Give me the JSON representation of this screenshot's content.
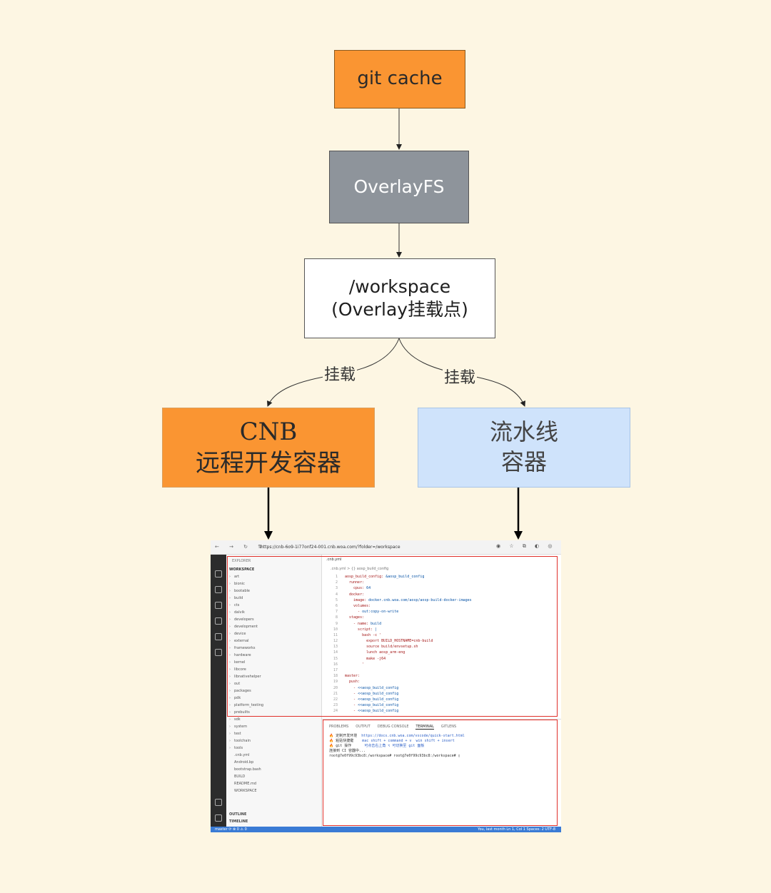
{
  "nodes": {
    "git_cache": "git cache",
    "overlayfs": "OverlayFS",
    "workspace_line1": "/workspace",
    "workspace_line2": "(Overlay挂载点)",
    "cnb_line1": "CNB",
    "cnb_line2": "远程开发容器",
    "pipeline_line1": "流水线",
    "pipeline_line2": "容器"
  },
  "edge_labels": {
    "left": "挂载",
    "right": "挂载"
  },
  "colors": {
    "background": "#fdf6e3",
    "orange": "#fa9532",
    "gray": "#8e949b",
    "blue": "#cfe3fb",
    "highlight": "#e0302a"
  },
  "screenshot": {
    "url": "https://cnb-6o9-1i77onf24-001.cnb.woa.com/?folder=/workspace",
    "explorer_title": "EXPLORER",
    "workspace_label": "WORKSPACE",
    "files": [
      "art",
      "bionic",
      "bootable",
      "build",
      "cts",
      "dalvik",
      "developers",
      "development",
      "device",
      "external",
      "frameworks",
      "hardware",
      "kernel",
      "libcore",
      "libnativehelper",
      "out",
      "packages",
      "pdk",
      "platform_testing",
      "prebuilts",
      "sdk",
      "system",
      "test",
      "toolchain",
      "tools",
      ".cnb.yml",
      "Android.bp",
      "bootstrap.bash",
      "BUILD",
      "README.md",
      "WORKSPACE"
    ],
    "outline_label": "OUTLINE",
    "timeline_label": "TIMELINE",
    "editor_tab": ".cnb.yml",
    "breadcrumb": ".cnb.yml > {} aosp_build_config",
    "code_lines": [
      [
        "1",
        "aosp_build_config: ",
        "&aosp_build_config"
      ],
      [
        "2",
        "  runner:",
        ""
      ],
      [
        "3",
        "    cpus: ",
        "64"
      ],
      [
        "4",
        "  docker:",
        ""
      ],
      [
        "5",
        "    image: ",
        "docker.cnb.woa.com/aosp/aosp-build-docker-images"
      ],
      [
        "6",
        "    volumes:",
        ""
      ],
      [
        "7",
        "      - ",
        "out:copy-on-write"
      ],
      [
        "8",
        "  stages:",
        ""
      ],
      [
        "9",
        "    - name: ",
        "build"
      ],
      [
        "10",
        "      script: ",
        "|"
      ],
      [
        "11",
        "        bash -c '",
        ""
      ],
      [
        "12",
        "          export BUILD_HOSTNAME=cnb-build",
        ""
      ],
      [
        "13",
        "          source build/envsetup.sh",
        ""
      ],
      [
        "14",
        "          lunch aosp_arm-eng",
        ""
      ],
      [
        "15",
        "          make -j64",
        ""
      ],
      [
        "16",
        "        '",
        ""
      ],
      [
        "17",
        "",
        ""
      ],
      [
        "18",
        "master:",
        ""
      ],
      [
        "19",
        "  push:",
        ""
      ],
      [
        "20",
        "    - ",
        "<<aosp_build_config"
      ],
      [
        "21",
        "    - ",
        "<<aosp_build_config"
      ],
      [
        "22",
        "    - ",
        "<<aosp_build_config"
      ],
      [
        "23",
        "    - ",
        "<<aosp_build_config"
      ],
      [
        "24",
        "    - ",
        "<<aosp_build_config"
      ]
    ],
    "panel_tabs": [
      "PROBLEMS",
      "OUTPUT",
      "DEBUG CONSOLE",
      "TERMINAL",
      "GITLENS"
    ],
    "terminal_lines": [
      [
        "🔥 定制开发环境  ",
        "https://docs.cnb.woa.com/vscode/quick-start.html"
      ],
      [
        "🔥 粘贴快捷键    ",
        "mac shift + command + v  win shift + insert"
      ],
      [
        "🔥 git 操作      ",
        "可点击右上角 ⌥ 可切换至 git 面板"
      ],
      [
        "连接到 CI 容器中...",
        ""
      ],
      [
        "root@7e0f99c93bc8:/workspace# root@7e0f99c93bc8:/workspace# ▯",
        ""
      ]
    ],
    "status_left": "master  ⟳  ⊗ 0 ⚠ 0",
    "status_right": "You, last month   Ln 1, Col 1   Spaces: 2   UTF-8"
  }
}
